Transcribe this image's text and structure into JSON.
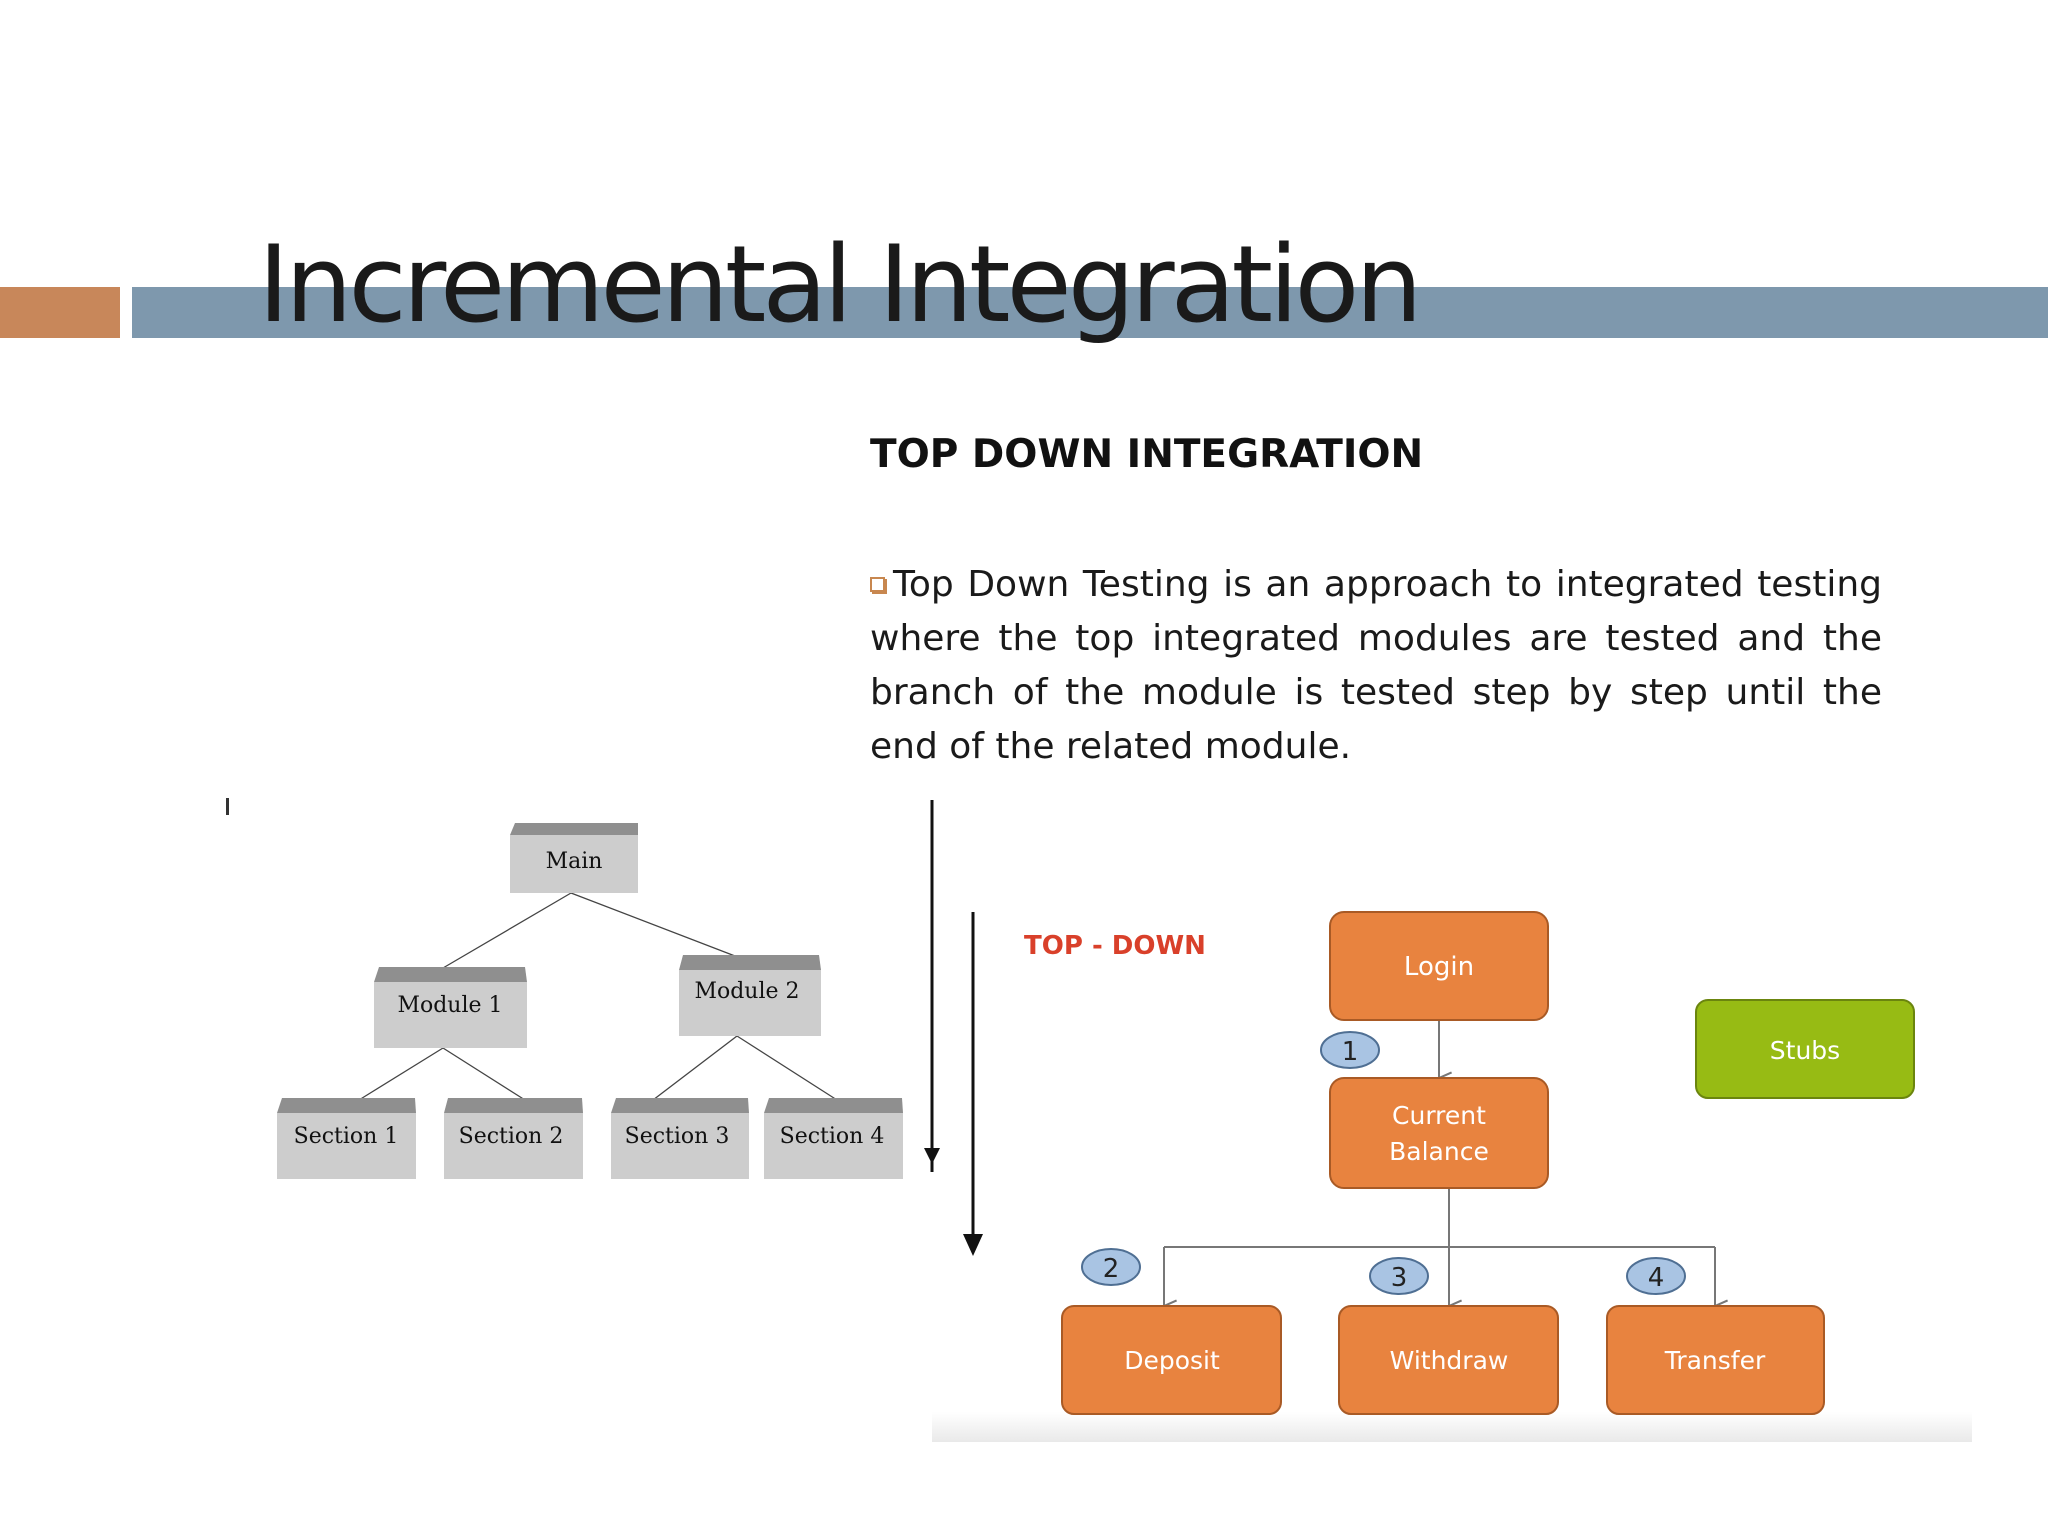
{
  "slide": {
    "title": "Incremental Integration",
    "heading": "TOP DOWN INTEGRATION",
    "body": "Top Down Testing is an approach to integrated testing where the top integrated modules are tested and the branch of the module is tested step by step until the end of the related module."
  },
  "colors": {
    "accent": "#c8875a",
    "title_bar": "#7e98ad",
    "bullet": "#c8874f",
    "node_orange": "#e8833f",
    "stubs_green": "#97bb14",
    "badge_blue": "#a9c4e3",
    "label_red": "#d9402a",
    "tree_box": "#cdcdcd"
  },
  "tree": {
    "main": "Main",
    "module1": "Module 1",
    "module2": "Module 2",
    "section1": "Section 1",
    "section2": "Section 2",
    "section3": "Section 3",
    "section4": "Section 4"
  },
  "flow": {
    "direction_label": "TOP - DOWN",
    "login": "Login",
    "current_line1": "Current",
    "current_line2": "Balance",
    "stubs": "Stubs",
    "deposit": "Deposit",
    "withdraw": "Withdraw",
    "transfer": "Transfer",
    "badge1": "1",
    "badge2": "2",
    "badge3": "3",
    "badge4": "4"
  }
}
